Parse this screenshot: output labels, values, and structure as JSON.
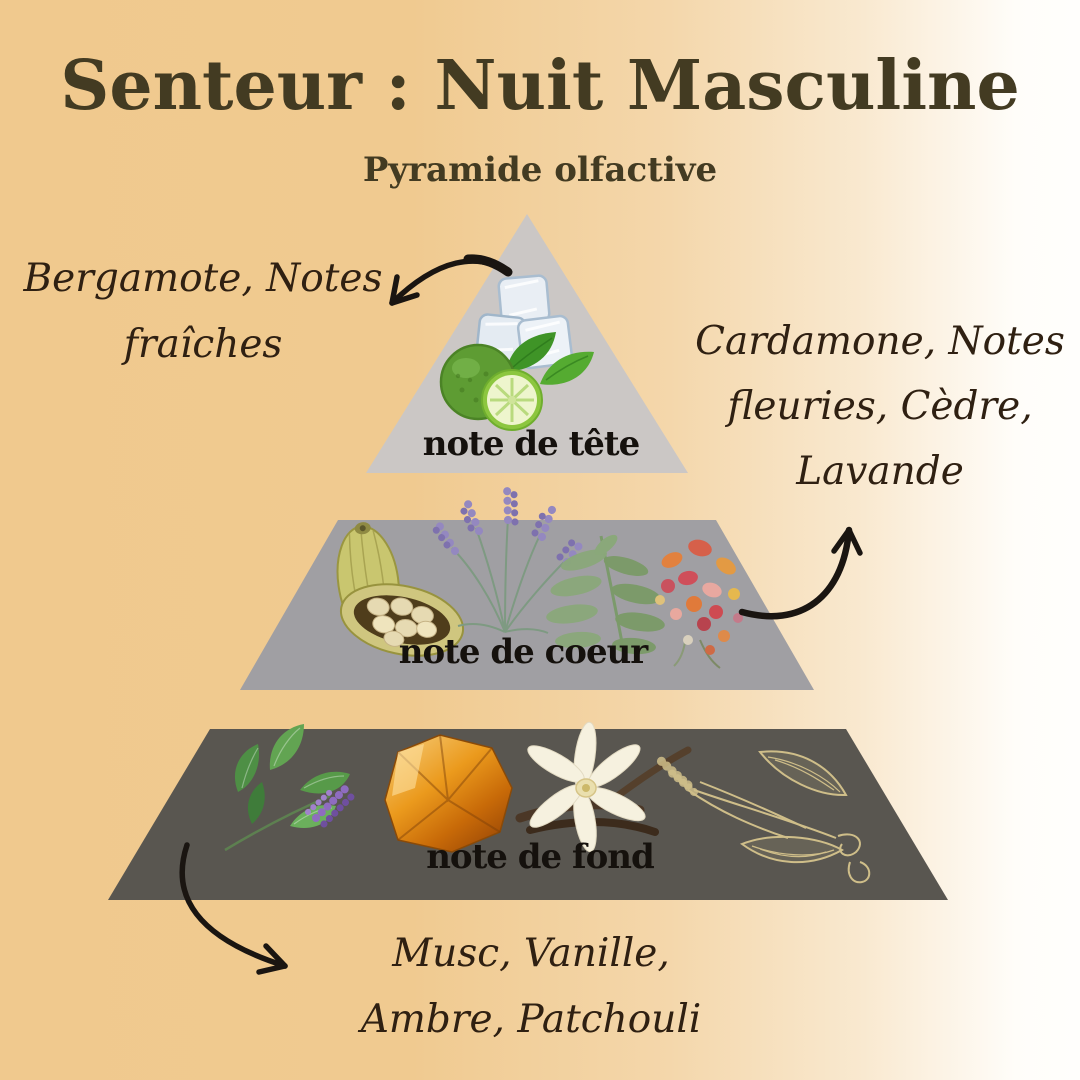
{
  "poster": {
    "title": "Senteur : Nuit Masculine",
    "subtitle": "Pyramide olfactive"
  },
  "pyramid": {
    "tiers": [
      {
        "id": "top",
        "label": "note de tête",
        "color": "#cbc7c5",
        "illustrations": [
          "ice-cubes",
          "bergamot-fruit",
          "lime-half",
          "citrus-leaves"
        ]
      },
      {
        "id": "heart",
        "label": "note de coeur",
        "color": "#a09fa3",
        "illustrations": [
          "cardamom-pods",
          "lavender-sprigs",
          "cedar-branch",
          "dried-flowers"
        ]
      },
      {
        "id": "base",
        "label": "note de fond",
        "color": "#595650",
        "illustrations": [
          "mint-patchouli-sprig",
          "amber-stone",
          "vanilla-flower-and-pods",
          "gold-botanical-sketch"
        ]
      }
    ]
  },
  "annotations": [
    {
      "id": "top-notes",
      "target_tier": "note de tête",
      "lines": [
        "Bergamote, Notes",
        "fraîches"
      ]
    },
    {
      "id": "heart-notes",
      "target_tier": "note de coeur",
      "lines": [
        "Cardamone, Notes",
        "fleuries, Cèdre,",
        "Lavande"
      ]
    },
    {
      "id": "base-notes",
      "target_tier": "note de fond",
      "lines": [
        "Musc, Vanille,",
        "Ambre, Patchouli"
      ]
    }
  ],
  "colors": {
    "background_left": "#f0c98e",
    "background_right": "#fffefc",
    "tier_top": "#cbc7c5",
    "tier_heart": "#a09fa3",
    "tier_base": "#595650",
    "title_text": "#433b22",
    "tier_label_text": "#15110d",
    "annotation_text": "#2f2012",
    "arrow": "#1a1511",
    "gold_sketch": "#d6c48d"
  }
}
